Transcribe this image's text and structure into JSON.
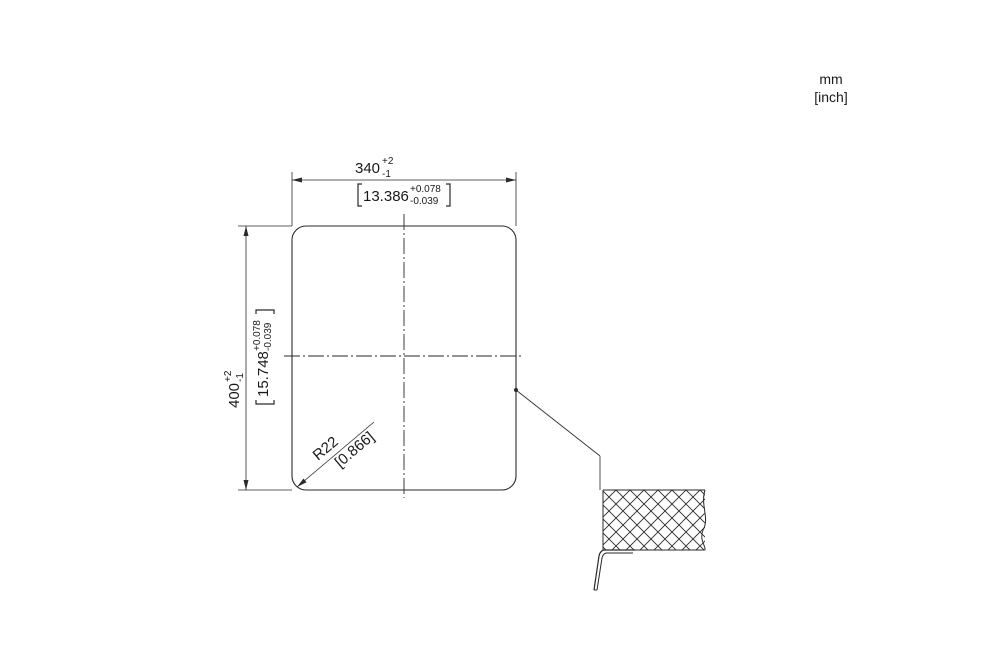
{
  "units": {
    "primary": "mm",
    "secondary": "[inch]"
  },
  "width_dimension": {
    "value_mm": "340",
    "tol_mm_plus": "+2",
    "tol_mm_minus": "-1",
    "value_inch": "13.386",
    "tol_inch_plus": "+0.078",
    "tol_inch_minus": "-0.039"
  },
  "height_dimension": {
    "value_mm": "400",
    "tol_mm_plus": "+2",
    "tol_mm_minus": "-1",
    "value_inch": "15.748",
    "tol_inch_plus": "+0.078",
    "tol_inch_minus": "-0.039"
  },
  "radius_dimension": {
    "value_mm": "R22",
    "value_inch": "[0.866]"
  }
}
